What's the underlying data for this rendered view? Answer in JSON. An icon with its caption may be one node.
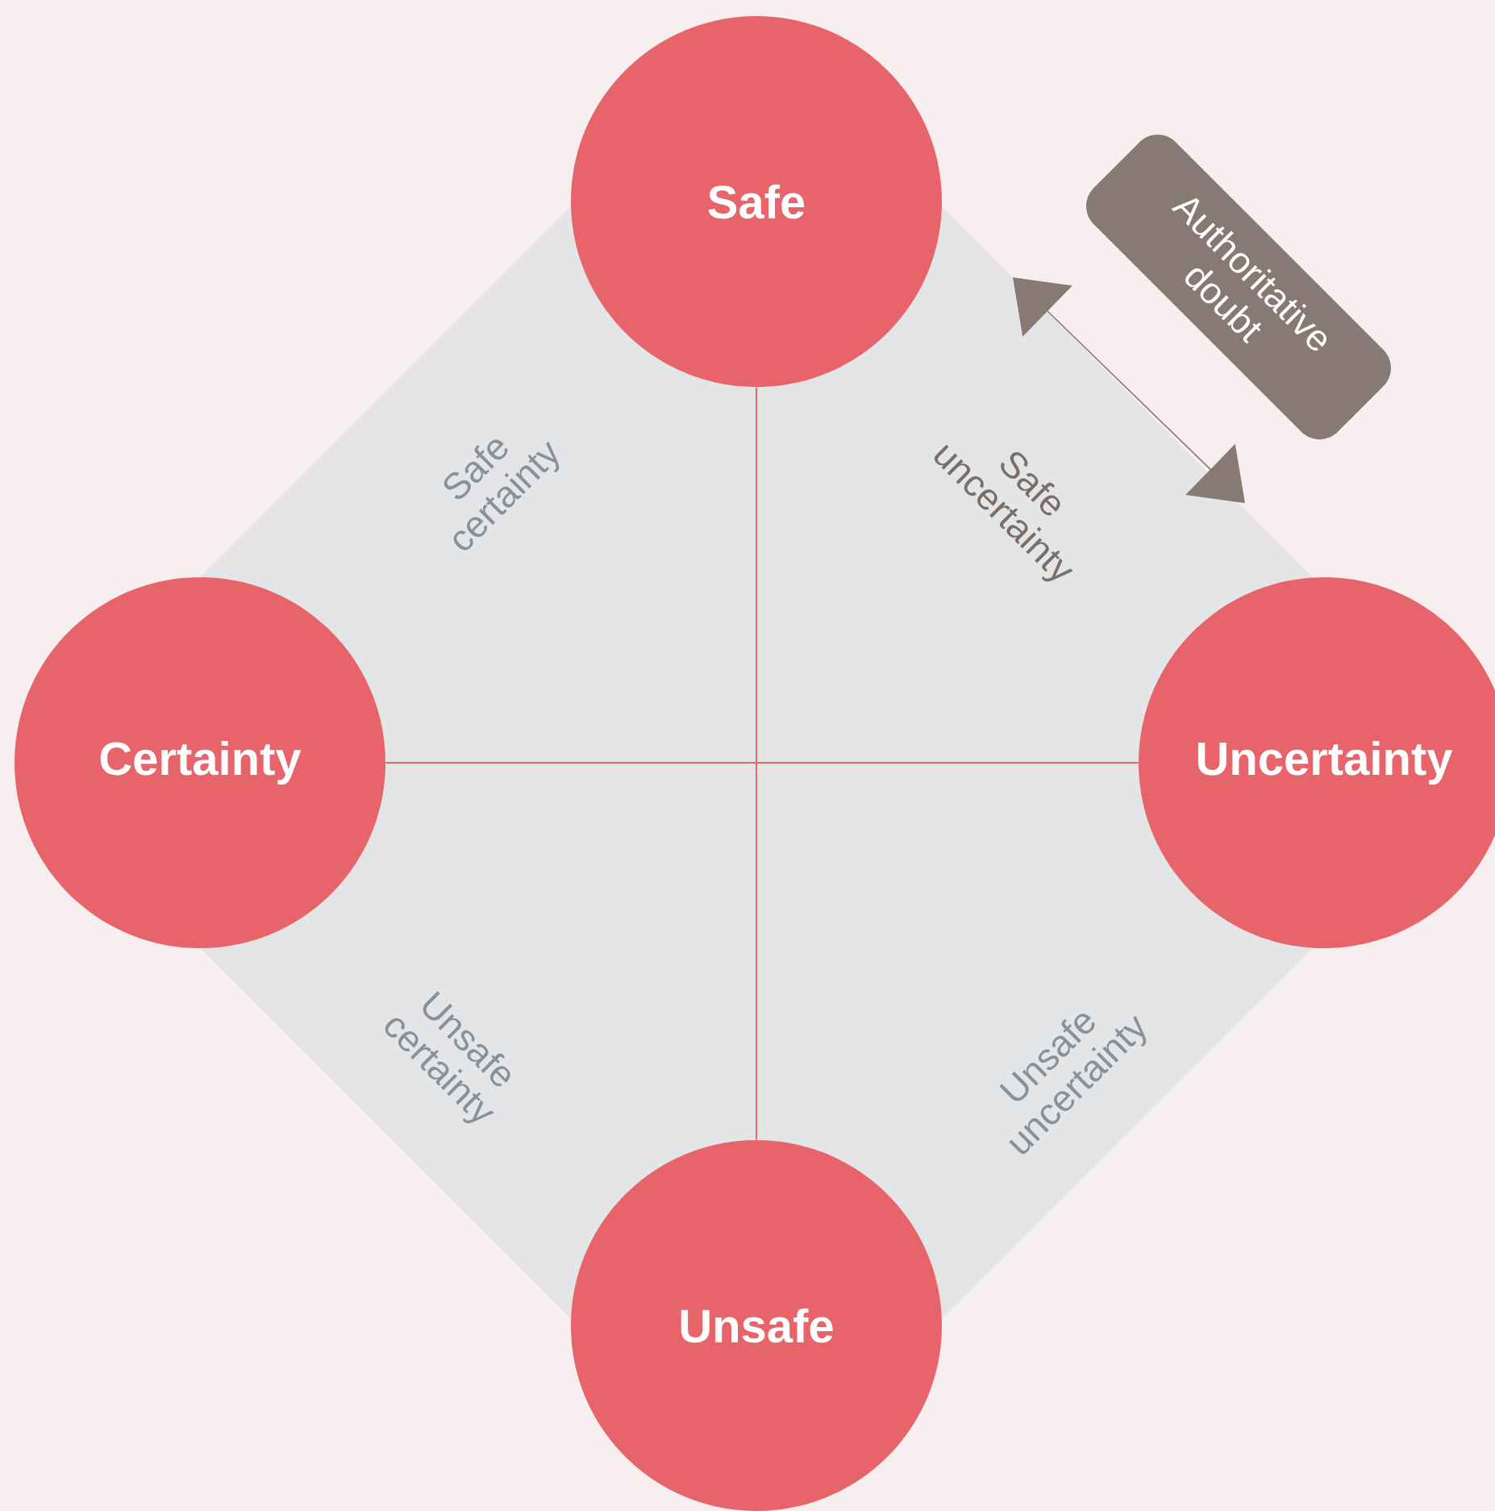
{
  "diagram": {
    "nodes": [
      {
        "text": [
          "Safe"
        ]
      },
      {
        "text": [
          "Authoritative doubt"
        ]
      },
      {
        "text": [
          "Certainty"
        ]
      },
      {
        "text": [
          "Uncertainty"
        ]
      },
      {
        "text": [
          "Unsafe"
        ]
      }
    ],
    "edges": [
      {
        "from": 0,
        "to": 4,
        "arrow": "none"
      },
      {
        "from": 2,
        "to": 3,
        "arrow": "none"
      }
    ],
    "labels": [
      "Safe certainty",
      "Safe uncertainty",
      "Unsafe certainty",
      "Unsafe uncertainty"
    ]
  }
}
